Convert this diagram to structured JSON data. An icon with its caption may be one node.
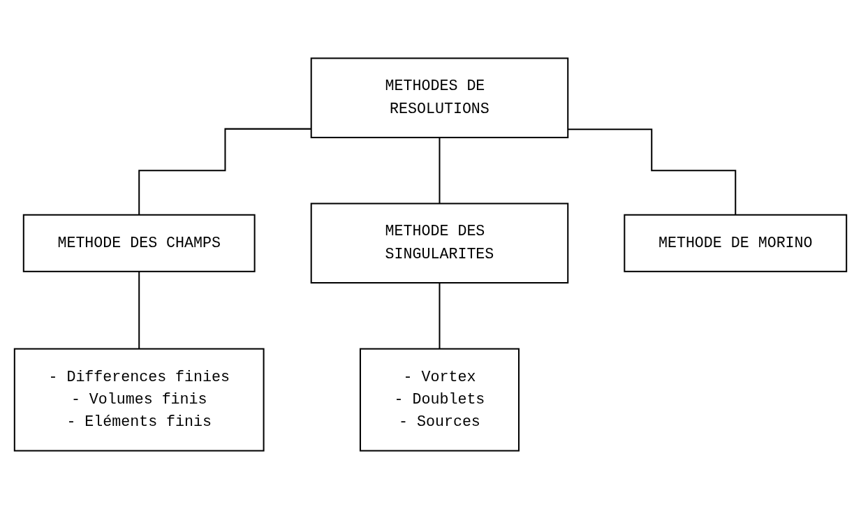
{
  "diagram": {
    "nodes": [
      {
        "text": [
          "METHODES DE RESOLUTIONS"
        ]
      },
      {
        "text": [
          "METHODE DES CHAMPS"
        ]
      },
      {
        "text": [
          "METHODE DES SINGULARITES"
        ]
      },
      {
        "text": [
          "METHODE DE MORINO"
        ]
      },
      {
        "text": [
          "- Differences finies",
          "- Volumes finis",
          "- Eléments finis"
        ]
      },
      {
        "text": [
          "- Vortex",
          "- Doublets",
          "- Sources"
        ]
      }
    ],
    "edges": [
      {
        "from": 0,
        "to": 1,
        "arrow": "none"
      },
      {
        "from": 0,
        "to": 2,
        "arrow": "none"
      },
      {
        "from": 0,
        "to": 3,
        "arrow": "none"
      },
      {
        "from": 1,
        "to": 4,
        "arrow": "none"
      },
      {
        "from": 2,
        "to": 5,
        "arrow": "none"
      }
    ]
  }
}
